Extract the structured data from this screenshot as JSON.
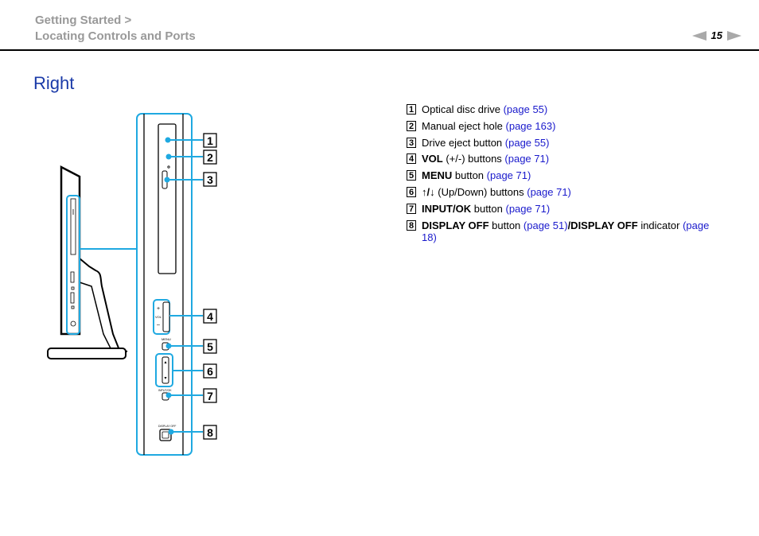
{
  "breadcrumb": {
    "line1": "Getting Started >",
    "line2": "Locating Controls and Ports"
  },
  "page_number": "15",
  "heading": "Right",
  "callout_numbers": [
    "1",
    "2",
    "3",
    "4",
    "5",
    "6",
    "7",
    "8"
  ],
  "panel_labels": {
    "vol": "VOL",
    "menu": "MENU",
    "input_ok": "INPUT/OK",
    "display_off": "DISPLAY OFF",
    "plus": "+",
    "minus": "–"
  },
  "items": [
    {
      "num": "1",
      "bold": "",
      "text": "Optical disc drive ",
      "link": "(page 55)",
      "mid_bold": "",
      "tail": "",
      "link2": ""
    },
    {
      "num": "2",
      "bold": "",
      "text": "Manual eject hole ",
      "link": "(page 163)",
      "mid_bold": "",
      "tail": "",
      "link2": ""
    },
    {
      "num": "3",
      "bold": "",
      "text": "Drive eject button ",
      "link": "(page 55)",
      "mid_bold": "",
      "tail": "",
      "link2": ""
    },
    {
      "num": "4",
      "bold": "VOL",
      "text": " (+/-) buttons ",
      "link": "(page 71)",
      "mid_bold": "",
      "tail": "",
      "link2": ""
    },
    {
      "num": "5",
      "bold": "MENU",
      "text": " button ",
      "link": "(page 71)",
      "mid_bold": "",
      "tail": "",
      "link2": ""
    },
    {
      "num": "6",
      "bold": "↑/↓",
      "text": " (Up/Down) buttons ",
      "link": "(page 71)",
      "mid_bold": "",
      "tail": "",
      "link2": ""
    },
    {
      "num": "7",
      "bold": "INPUT/OK",
      "text": " button ",
      "link": "(page 71)",
      "mid_bold": "",
      "tail": "",
      "link2": ""
    },
    {
      "num": "8",
      "bold": "DISPLAY OFF",
      "text": " button ",
      "link": "(page 51)",
      "mid_bold": "/DISPLAY OFF",
      "tail": " indicator ",
      "link2": "(page 18)"
    }
  ],
  "colors": {
    "highlight": "#1fa9e1",
    "heading": "#1a3aa8",
    "link": "#1a1acc",
    "breadcrumb": "#999999"
  }
}
